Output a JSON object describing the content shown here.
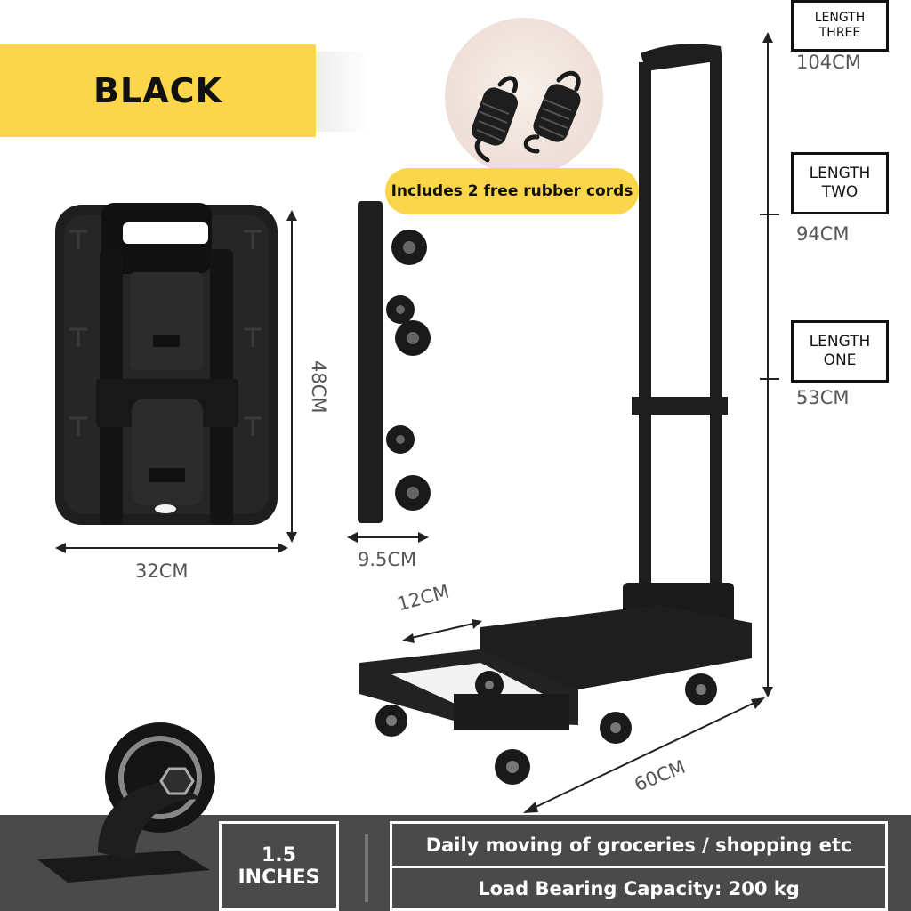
{
  "color_label": "BLACK",
  "cord_text": "Includes 2 free rubber cords",
  "dimensions": {
    "folded_height": "48CM",
    "folded_width": "32CM",
    "folded_depth": "9.5CM",
    "platform_width": "12CM",
    "platform_length": "60CM"
  },
  "lengths": [
    {
      "line1": "LENGTH",
      "line2": "THREE",
      "value": "104CM"
    },
    {
      "line1": "LENGTH",
      "line2": "TWO",
      "value": "94CM"
    },
    {
      "line1": "LENGTH",
      "line2": "ONE",
      "value": "53CM"
    }
  ],
  "wheel_size": {
    "line1": "1.5",
    "line2": "INCHES"
  },
  "features": [
    "Daily moving of groceries / shopping etc",
    "Load Bearing Capacity: 200 kg"
  ],
  "colors": {
    "accent": "#fcd64a",
    "product": "#1e1e1e",
    "bar": "#4a4a4a"
  },
  "icons": [
    "rubber-cord-icon",
    "swivel-wheel-icon"
  ]
}
